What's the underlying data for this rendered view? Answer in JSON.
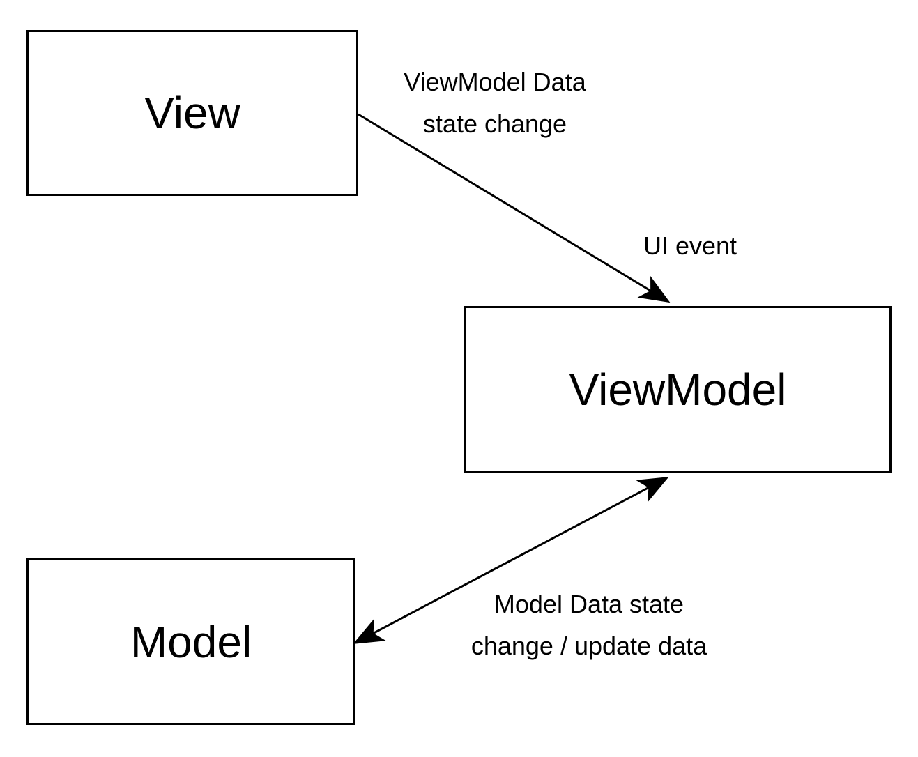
{
  "nodes": {
    "view": {
      "label": "View"
    },
    "viewmodel": {
      "label": "ViewModel"
    },
    "model": {
      "label": "Model"
    }
  },
  "edges": {
    "view_to_viewmodel": {
      "label_line1": "ViewModel Data",
      "label_line2": "state change",
      "end_label": "UI event"
    },
    "viewmodel_model": {
      "label_line1": "Model Data state",
      "label_line2": "change / update data"
    }
  },
  "colors": {
    "stroke": "#000000",
    "background": "#ffffff"
  }
}
